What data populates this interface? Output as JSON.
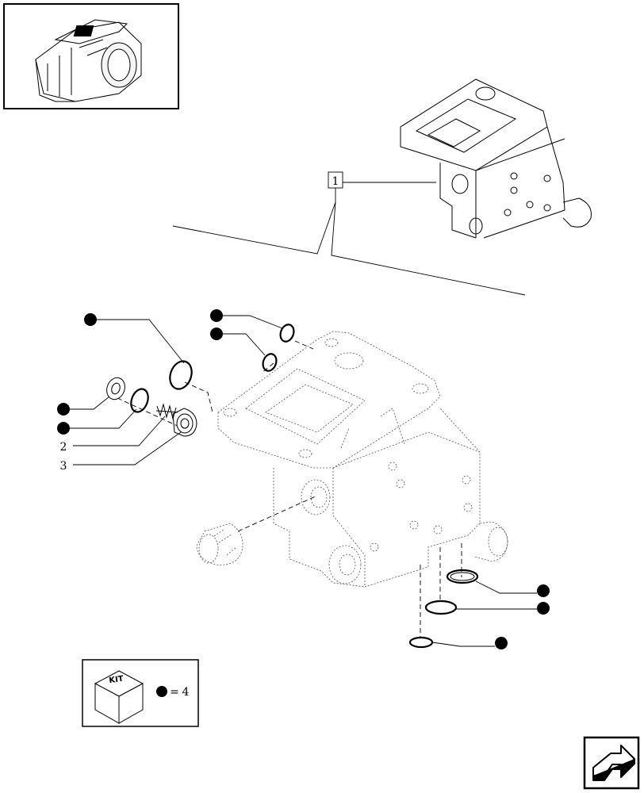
{
  "callouts": {
    "assembly_ref": "1",
    "spring": "2",
    "plug": "3"
  },
  "kit_box": {
    "label": "KIT",
    "equals": "=",
    "ref": "4"
  },
  "icons": {
    "thumbnail": "transmission-housing-thumbnail-icon",
    "nav": "next-page-arrow-icon",
    "kit": "kit-cube-icon"
  }
}
